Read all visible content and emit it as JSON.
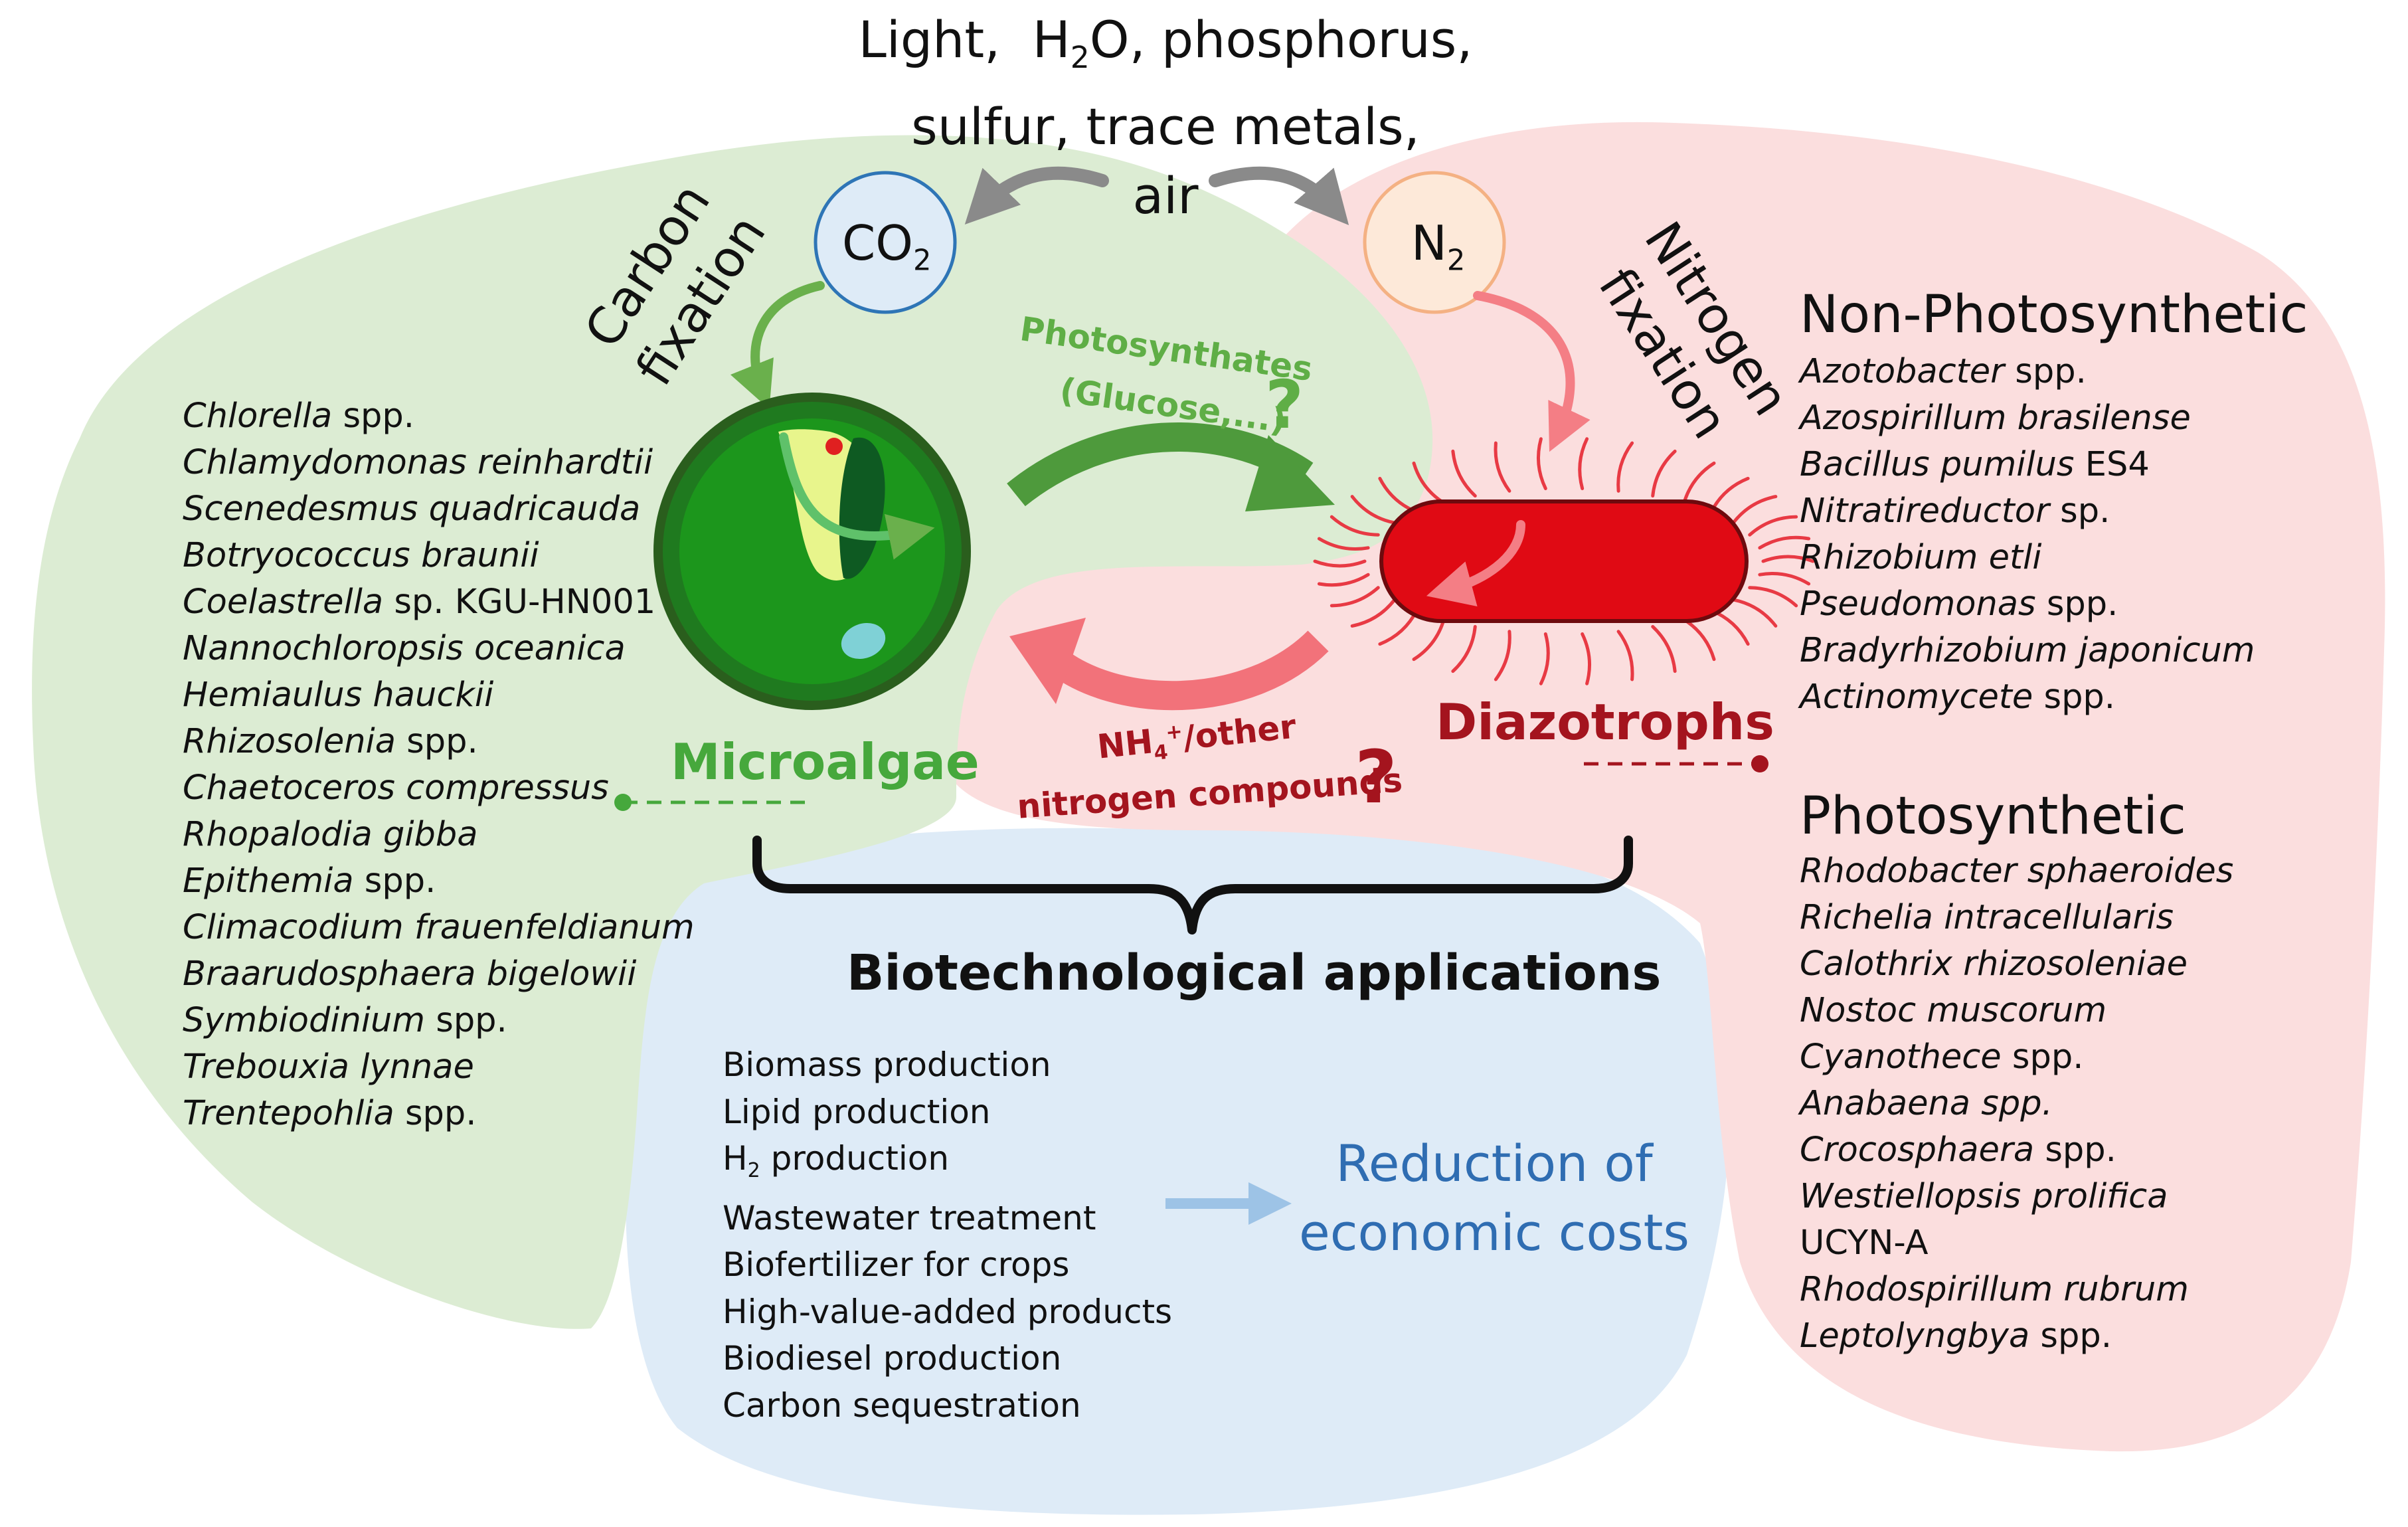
{
  "inputs": {
    "line1_a": "Light,",
    "line1_b": "H",
    "line1_sub": "2",
    "line1_c": "O, phosphorus,",
    "line2": "sulfur, trace metals,",
    "line3": "air"
  },
  "molecules": {
    "co2": "CO",
    "co2_sub": "2",
    "n2": "N",
    "n2_sub": "2"
  },
  "labels": {
    "carbon_line1": "Carbon",
    "carbon_line2": "fixation",
    "nitrogen_line1": "Nitrogen",
    "nitrogen_line2": "fixation",
    "photosynthates_line1": "Photosynthates",
    "photosynthates_line2": "(Glucose,...)",
    "photosynthates_q": "?",
    "nh4_a": "NH",
    "nh4_sub": "4",
    "nh4_sup": "+",
    "nh4_b": "/other",
    "nitrogen_compounds": "nitrogen compounds",
    "nitrogen_q": "?",
    "microalgae": "Microalgae",
    "diazotrophs": "Diazotrophs",
    "biotech": "Biotechnological applications",
    "reduction_line1": "Reduction of",
    "reduction_line2": "economic costs"
  },
  "microalgae_species": [
    {
      "it": "Chlorella",
      "r": " spp."
    },
    {
      "it": "Chlamydomonas reinhardtii",
      "r": ""
    },
    {
      "it": "Scenedesmus quadricauda",
      "r": ""
    },
    {
      "it": "Botryococcus braunii",
      "r": ""
    },
    {
      "it": "Coelastrella",
      "r": " sp. KGU-HN001"
    },
    {
      "it": "Nannochloropsis oceanica",
      "r": ""
    },
    {
      "it": "Hemiaulus hauckii",
      "r": ""
    },
    {
      "it": "Rhizosolenia",
      "r": " spp."
    },
    {
      "it": "Chaetoceros compressus",
      "r": ""
    },
    {
      "it": "Rhopalodia gibba",
      "r": ""
    },
    {
      "it": "Epithemia",
      "r": " spp."
    },
    {
      "it": "Climacodium frauenfeldianum",
      "r": ""
    },
    {
      "it": "Braarudosphaera bigelowii",
      "r": ""
    },
    {
      "it": "Symbiodinium",
      "r": " spp."
    },
    {
      "it": "Trebouxia lynnae",
      "r": ""
    },
    {
      "it": "Trentepohlia",
      "r": " spp."
    }
  ],
  "non_photosynthetic": {
    "title": "Non-Photosynthetic",
    "species": [
      {
        "it": "Azotobacter",
        "r": " spp."
      },
      {
        "it": "Azospirillum brasilense",
        "r": ""
      },
      {
        "it": "Bacillus pumilus",
        "r": " ES4"
      },
      {
        "it": "Nitratireductor",
        "r": " sp."
      },
      {
        "it": "Rhizobium etli",
        "r": ""
      },
      {
        "it": "Pseudomonas",
        "r": " spp."
      },
      {
        "it": "Bradyrhizobium japonicum",
        "r": ""
      },
      {
        "it": "Actinomycete",
        "r": " spp."
      }
    ]
  },
  "photosynthetic": {
    "title": "Photosynthetic",
    "species": [
      {
        "it": "Rhodobacter sphaeroides",
        "r": ""
      },
      {
        "it": "Richelia intracellularis",
        "r": ""
      },
      {
        "it": "Calothrix rhizosoleniae",
        "r": ""
      },
      {
        "it": "Nostoc muscorum",
        "r": ""
      },
      {
        "it": "Cyanothece",
        "r": " spp."
      },
      {
        "it": "Anabaena spp.",
        "r": ""
      },
      {
        "it": "Crocosphaera",
        "r": " spp."
      },
      {
        "it": "Westiellopsis prolifica",
        "r": ""
      },
      {
        "it": "",
        "r": "UCYN-A"
      },
      {
        "it": "Rhodospirillum rubrum",
        "r": ""
      },
      {
        "it": "Leptolyngbya",
        "r": " spp."
      }
    ]
  },
  "applications": [
    {
      "a": "Biomass production"
    },
    {
      "a": "Lipid production"
    },
    {
      "a": "H",
      "sub": "2",
      "b": " production"
    },
    {
      "a": "Wastewater treatment"
    },
    {
      "a": "Biofertilizer for crops"
    },
    {
      "a": "High-value-added products"
    },
    {
      "a": "Biodiesel production"
    },
    {
      "a": "Carbon sequestration"
    }
  ],
  "colors": {
    "green_region": "#dcecd3",
    "pink_region": "#fbdede",
    "blue_region": "#deebf7",
    "green_arrow": "#4e9a3c",
    "pink_arrow": "#f2727a",
    "microalgae_text": "#46a83c",
    "diazotrophs_text": "#a4141e",
    "bacterium": "#e00a14",
    "reduction_text": "#2f6db2"
  }
}
